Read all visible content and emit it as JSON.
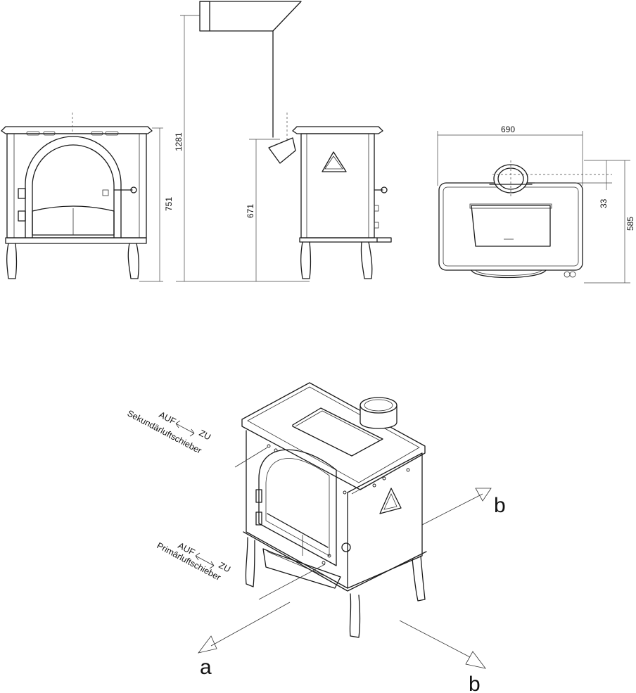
{
  "dimensions": {
    "chimney_height": "1281",
    "total_height": "751",
    "flue_outlet_height": "671",
    "width": "690",
    "depth": "585",
    "flue_offset": "33"
  },
  "labels": {
    "secondary": {
      "open": "AUF",
      "close": "ZU",
      "name": "Sekundärluftschieber"
    },
    "primary": {
      "open": "AUF",
      "close": "ZU",
      "name": "Primärluftschieber"
    }
  },
  "axes": {
    "a": "a",
    "b_upper": "b",
    "b_lower": "b"
  }
}
